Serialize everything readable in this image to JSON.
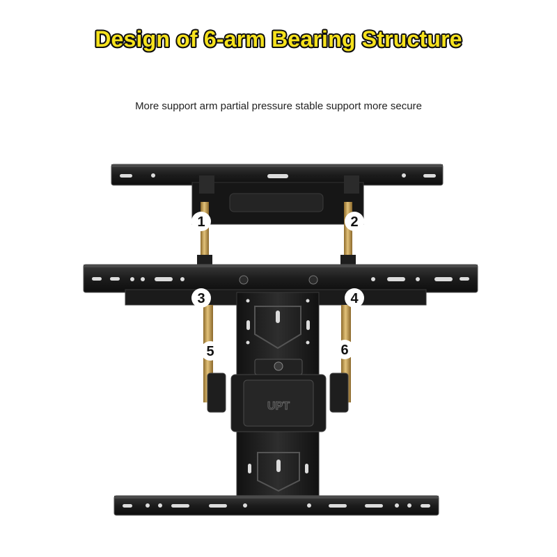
{
  "header": {
    "title": "Design of 6-arm Bearing Structure",
    "subtitle": "More support arm partial pressure stable support more secure"
  },
  "product": {
    "brand_mark": "UPT",
    "arm_labels": [
      "1",
      "2",
      "3",
      "4",
      "5",
      "6"
    ]
  },
  "colors": {
    "title_fill": "#f6e21d",
    "title_outline": "#111111",
    "bracket_black": "#1a1a1a",
    "arm_gold": "#c9a24a",
    "label_bg": "#ffffff"
  }
}
